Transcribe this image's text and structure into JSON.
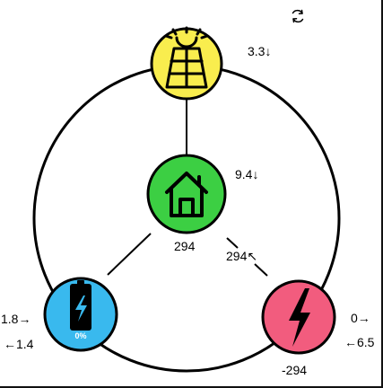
{
  "colors": {
    "solar": "#f9ed4e",
    "home": "#3ccf43",
    "battery": "#39b9ee",
    "grid": "#f25c7e",
    "stroke": "#000000"
  },
  "icons": {
    "refresh": "refresh-icon",
    "solar": "solar-panel-icon",
    "home": "home-icon",
    "battery": "battery-icon",
    "grid": "lightning-icon"
  },
  "solar": {
    "power": "3.3↓"
  },
  "home": {
    "power": "9.4↓",
    "value": "294"
  },
  "battery": {
    "charge_in": "1.8→",
    "charge_out": "←1.4",
    "level_text": "0%",
    "level": 0
  },
  "grid": {
    "import": "0→",
    "export": "←6.5",
    "value": "-294"
  },
  "flows": {
    "grid_to_home": "294↖"
  }
}
